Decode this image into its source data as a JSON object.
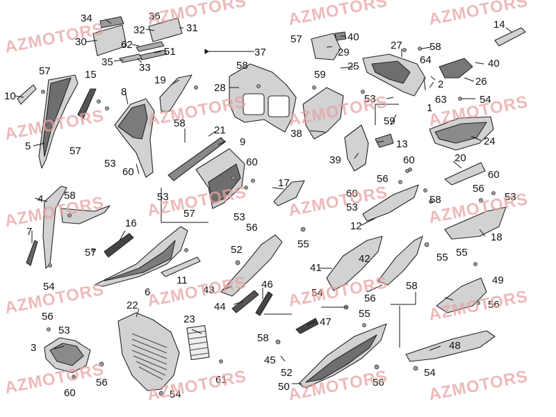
{
  "watermark": "AZMOTORS",
  "colors": {
    "part_fill": "#d2d2d2",
    "part_dark": "#6e6e6e",
    "part_stroke": "#222222",
    "watermark": "#e7a3a3",
    "leader": "#111111"
  },
  "callouts": [
    "1",
    "2",
    "3",
    "4",
    "5",
    "6",
    "7",
    "8",
    "9",
    "10",
    "11",
    "12",
    "13",
    "14",
    "15",
    "16",
    "17",
    "18",
    "19",
    "20",
    "21",
    "22",
    "23",
    "24",
    "25",
    "26",
    "27",
    "28",
    "29",
    "30",
    "31",
    "32",
    "33",
    "34",
    "35",
    "36",
    "37",
    "38",
    "39",
    "40",
    "41",
    "42",
    "43",
    "44",
    "45",
    "46",
    "47",
    "48",
    "49",
    "50",
    "51",
    "52",
    "53",
    "54",
    "55",
    "56",
    "57",
    "58",
    "59",
    "60",
    "61",
    "62",
    "63",
    "64"
  ],
  "parts": [
    {
      "id": "side-cover-left-upper",
      "label": "5"
    },
    {
      "id": "front-panel-inner",
      "label": "8"
    },
    {
      "id": "front-lower-cover",
      "label": "9"
    },
    {
      "id": "battery-box",
      "label": "28"
    },
    {
      "id": "rear-grab-cover",
      "label": "25"
    },
    {
      "id": "tail-cover",
      "label": "24"
    },
    {
      "id": "floor-panel-left",
      "label": "41"
    },
    {
      "id": "side-skirt-right",
      "label": "48"
    },
    {
      "id": "floor-board",
      "label": "50"
    },
    {
      "id": "lower-fairing",
      "label": "22"
    },
    {
      "id": "front-fender",
      "label": "3"
    },
    {
      "id": "side-rail",
      "label": "4"
    },
    {
      "id": "side-cover-lower",
      "label": "6"
    },
    {
      "id": "rear-side-cover",
      "label": "18"
    },
    {
      "id": "console-box",
      "label": "30"
    },
    {
      "id": "trim-strip",
      "label": "14"
    }
  ]
}
